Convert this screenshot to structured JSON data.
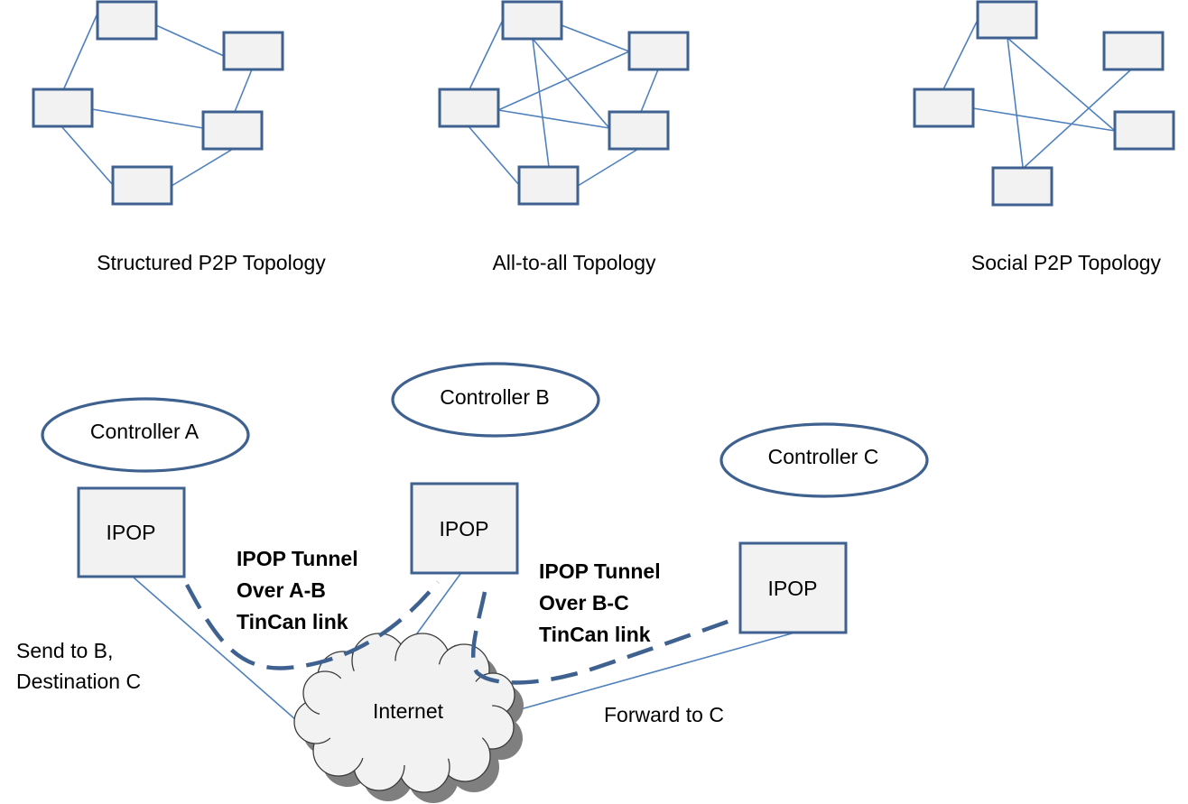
{
  "topologies": {
    "structured": "Structured P2P Topology",
    "all_to_all": "All-to-all Topology",
    "social": "Social P2P Topology"
  },
  "controllers": {
    "a": "Controller A",
    "b": "Controller B",
    "c": "Controller C"
  },
  "ipop": {
    "a": "IPOP",
    "b": "IPOP",
    "c": "IPOP"
  },
  "tunnel_ab": {
    "line1": "IPOP Tunnel",
    "line2": "Over A-B",
    "line3": "TinCan link"
  },
  "tunnel_bc": {
    "line1": "IPOP Tunnel",
    "line2": "Over B-C",
    "line3": "TinCan link"
  },
  "send_note": {
    "line1": "Send to B,",
    "line2": "Destination C"
  },
  "forward_note": "Forward to C",
  "internet_label": "Internet",
  "colors": {
    "node_fill": "#f2f2f2",
    "node_stroke": "#3f6190",
    "edge": "#4f81bd",
    "cloud_shadow": "#7f7f7f"
  }
}
